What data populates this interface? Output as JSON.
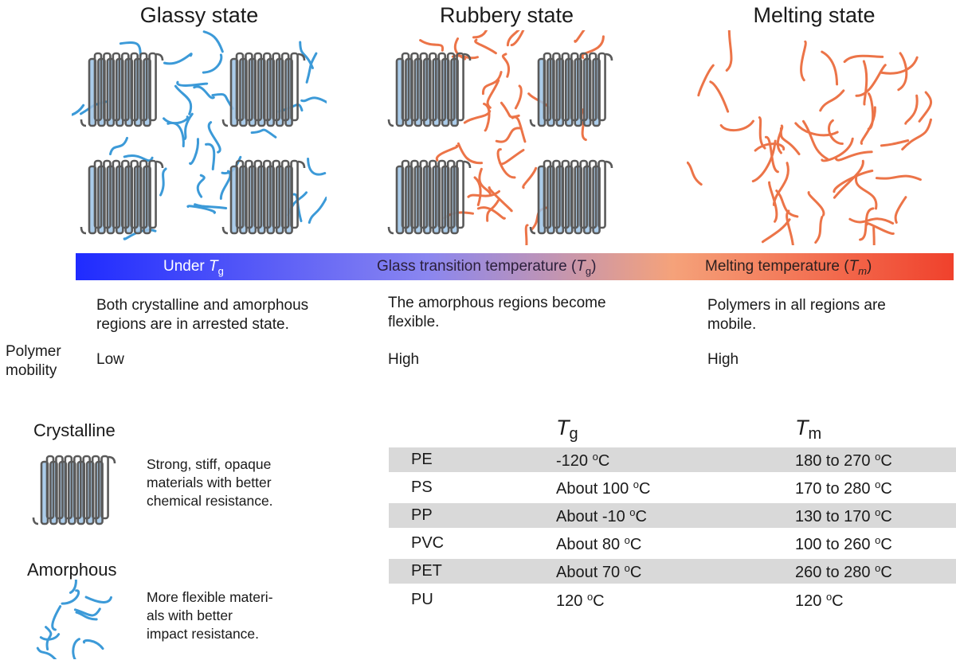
{
  "states": [
    {
      "id": "glassy",
      "title": "Glassy state"
    },
    {
      "id": "rubbery",
      "title": "Rubbery state"
    },
    {
      "id": "melting",
      "title": "Melting state"
    }
  ],
  "temperature_bar": {
    "under": {
      "text": "Under ",
      "symbol": "T",
      "sub": "g"
    },
    "glass": {
      "text": "Glass transition temperature (",
      "symbol": "T",
      "sub": "g",
      "close": ")"
    },
    "melting": {
      "text": "Melting temperature (",
      "symbol": "T",
      "sub": "m",
      "close": ")"
    }
  },
  "descriptions": {
    "glassy": [
      "Both crystalline and amorphous",
      "regions are in arrested state."
    ],
    "rubbery": [
      "The amorphous regions become",
      "flexible."
    ],
    "melting": [
      "Polymers in all regions are",
      "mobile."
    ]
  },
  "mobility": {
    "label": [
      "Polymer",
      "mobility"
    ],
    "glassy": "Low",
    "rubbery": "High",
    "melting": "High"
  },
  "legend": {
    "crystalline": {
      "title": "Crystalline",
      "desc": [
        "Strong, stiff, opaque",
        "materials with better",
        "chemical resistance."
      ]
    },
    "amorphous": {
      "title": "Amorphous",
      "desc": [
        "More flexible materi-",
        "als with better",
        "impact resistance."
      ]
    }
  },
  "table": {
    "headers": {
      "tg": {
        "symbol": "T",
        "sub": "g"
      },
      "tm": {
        "symbol": "T",
        "sub": "m"
      }
    },
    "unit": "C",
    "unit_prefix": "o",
    "rows": [
      {
        "polymer": "PE",
        "tg": "-120 ",
        "tm": "180 to 270 ",
        "shaded": true
      },
      {
        "polymer": "PS",
        "tg": "About 100 ",
        "tm": "170 to 280 ",
        "shaded": false
      },
      {
        "polymer": "PP",
        "tg": "About -10 ",
        "tm": "130 to 170 ",
        "shaded": true
      },
      {
        "polymer": "PVC",
        "tg": "About 80 ",
        "tm": "100 to 260 ",
        "shaded": false
      },
      {
        "polymer": "PET",
        "tg": "About 70 ",
        "tm": "260 to 280 ",
        "shaded": true
      },
      {
        "polymer": "PU",
        "tg": "120 ",
        "tm": "120 ",
        "shaded": false
      }
    ]
  },
  "colors": {
    "glassy_chain": "#3c9ad8",
    "warm_chain": "#ec7448",
    "crystal_stroke": "#5a5a5a",
    "crystal_fill": "#9cc3e6",
    "row_shade": "#d9d9d9"
  }
}
